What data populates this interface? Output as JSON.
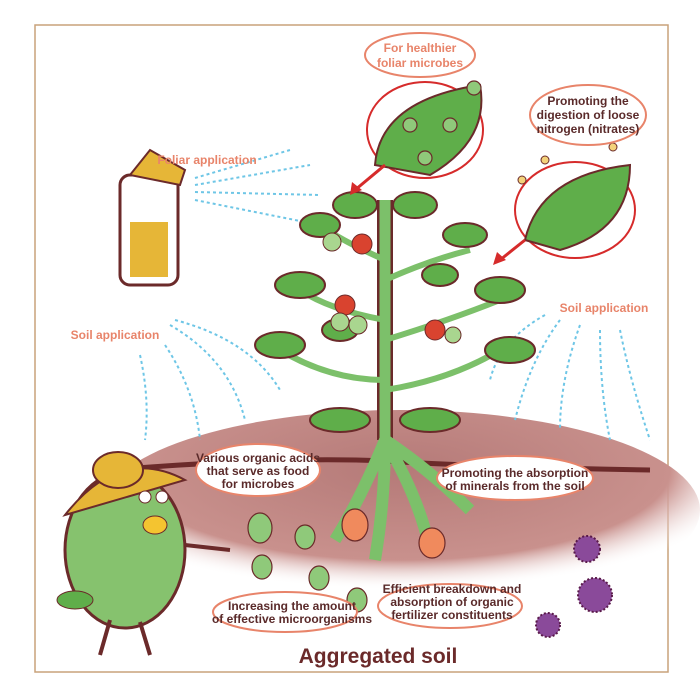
{
  "labels": {
    "foliar_microbes": [
      "For healthier",
      "foliar microbes"
    ],
    "nitrogen": [
      "Promoting the",
      "digestion of loose",
      "nitrogen (nitrates)"
    ],
    "foliar_application": "Foliar application",
    "soil_application_left": "Soil application",
    "soil_application_right": "Soil application",
    "organic_acids": [
      "Various organic acids",
      "that serve as food",
      "for microbes"
    ],
    "minerals": [
      "Promoting the absorption",
      "of minerals from the soil"
    ],
    "microorganisms": [
      "Increasing the amount",
      "of effective microorganisms"
    ],
    "fertilizer": [
      "Efficient breakdown and",
      "absorption of organic",
      "fertilizer constituents"
    ],
    "title": "Aggregated soil"
  },
  "colors": {
    "frame": "#c9a27a",
    "accent": "#e8846a",
    "dark": "#6b2a2a",
    "leaf": "#5fae4a",
    "soil": "#c48a86",
    "spray": "#6ec6e6"
  }
}
